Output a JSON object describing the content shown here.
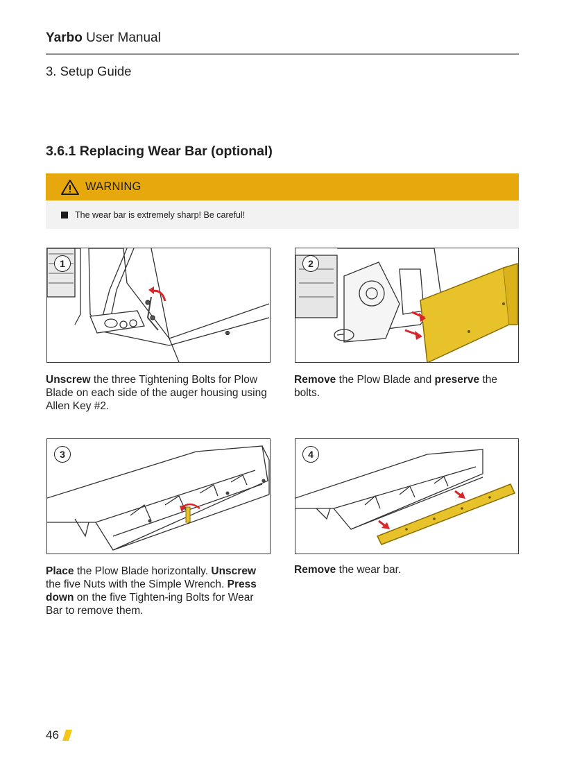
{
  "header": {
    "brand": "Yarbo",
    "title_rest": "User Manual",
    "chapter": "3. Setup Guide"
  },
  "section": {
    "title": "3.6.1 Replacing Wear Bar (optional)"
  },
  "warning": {
    "label": "WARNING",
    "text": "The wear bar is extremely sharp! Be careful!"
  },
  "steps": [
    {
      "num": "1",
      "parts": [
        {
          "t": "Unscrew",
          "b": true
        },
        {
          "t": " the three Tightening Bolts for Plow Blade on each side of the auger housing using Allen Key #2.",
          "b": false
        }
      ]
    },
    {
      "num": "2",
      "parts": [
        {
          "t": "Remove",
          "b": true
        },
        {
          "t": " the Plow Blade and ",
          "b": false
        },
        {
          "t": "preserve",
          "b": true
        },
        {
          "t": " the bolts.",
          "b": false
        }
      ]
    },
    {
      "num": "3",
      "parts": [
        {
          "t": "Place",
          "b": true
        },
        {
          "t": " the Plow Blade horizontally. ",
          "b": false
        },
        {
          "t": "Unscrew",
          "b": true
        },
        {
          "t": " the five Nuts with the Simple Wrench. ",
          "b": false
        },
        {
          "t": "Press down",
          "b": true
        },
        {
          "t": " on the five Tighten-ing Bolts for Wear Bar to remove them.",
          "b": false
        }
      ]
    },
    {
      "num": "4",
      "parts": [
        {
          "t": "Remove",
          "b": true
        },
        {
          "t": " the wear bar.",
          "b": false
        }
      ]
    }
  ],
  "footer": {
    "page": "46"
  },
  "colors": {
    "accent": "#e6a80c",
    "blade_yellow": "#e8c22a",
    "arrow_red": "#d8262a",
    "page_mark": "#f5c518"
  },
  "icons": {
    "warning": "warning-triangle-icon"
  }
}
